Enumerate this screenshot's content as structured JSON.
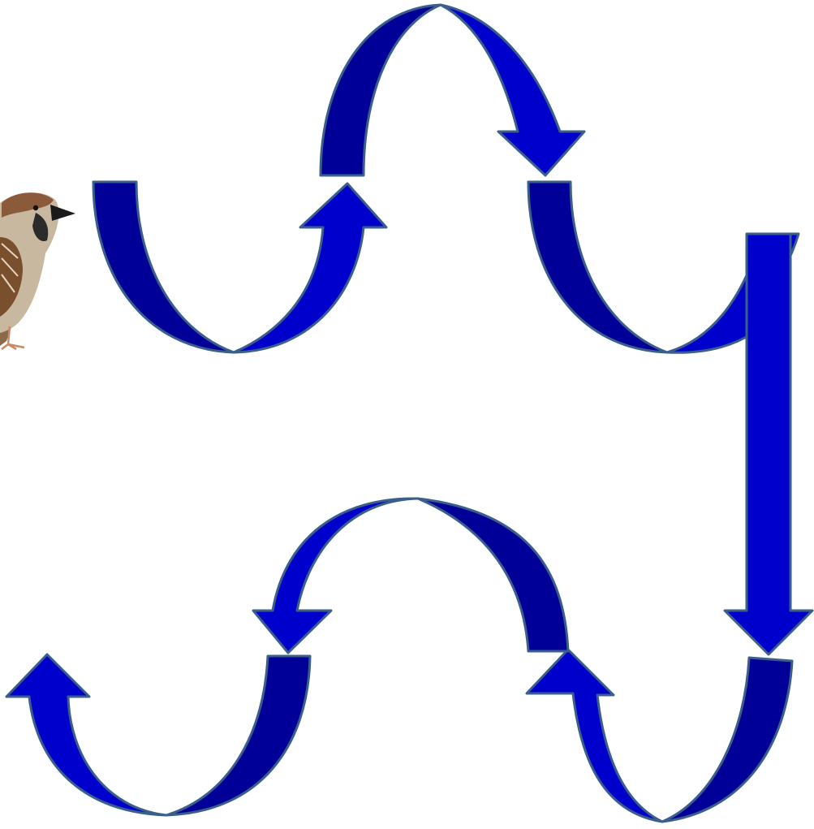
{
  "diagram": {
    "kind": "flow-path",
    "start": "sparrow",
    "colors": {
      "arrow_dark": "#000099",
      "arrow_light": "#0000CC",
      "outline": "#3A5F8A"
    },
    "arrows": [
      {
        "id": 1,
        "shape": "U-curve",
        "head": "up"
      },
      {
        "id": 2,
        "shape": "arch",
        "head": "down"
      },
      {
        "id": 3,
        "shape": "U-curve",
        "head": "none"
      },
      {
        "id": 4,
        "shape": "straight-vertical",
        "head": "down"
      },
      {
        "id": 5,
        "shape": "U-curve",
        "head": "up"
      },
      {
        "id": 6,
        "shape": "arch",
        "head": "down"
      },
      {
        "id": 7,
        "shape": "U-curve",
        "head": "up"
      }
    ]
  }
}
